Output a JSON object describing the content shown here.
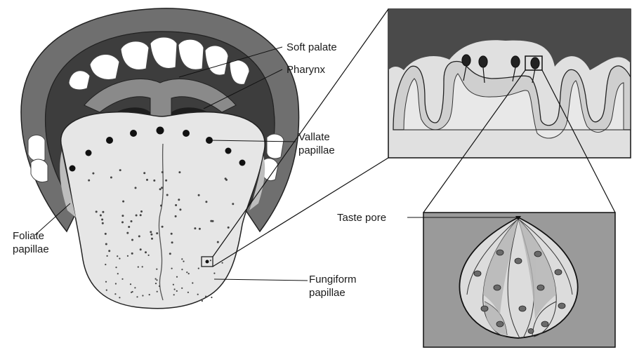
{
  "labels": {
    "soft_palate": "Soft palate",
    "pharynx": "Pharynx",
    "vallate_line1": "Vallate",
    "vallate_line2": "papillae",
    "foliate_line1": "Foliate",
    "foliate_line2": "papillae",
    "fungiform_line1": "Fungiform",
    "fungiform_line2": "papillae",
    "taste_pore": "Taste pore"
  },
  "colors": {
    "lips": "#6f6f6f",
    "mouth_dark": "#3d3d3d",
    "tongue": "#e6e6e6",
    "teeth": "#ffffff",
    "inset_bg": "#4a4a4a",
    "bud_bg": "#9a9a9a"
  }
}
